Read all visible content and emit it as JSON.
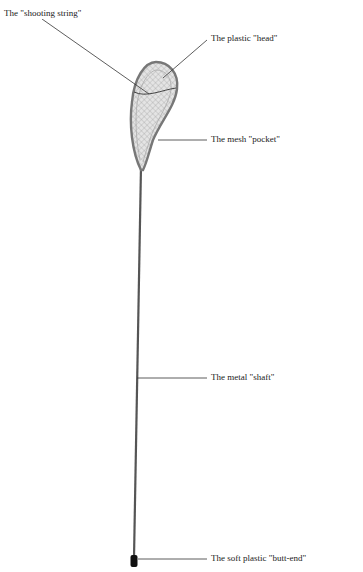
{
  "diagram": {
    "labels": [
      "The \"shooting string\"",
      "The plastic \"head\"",
      "The mesh \"pocket\"",
      "The metal \"shaft\"",
      "The soft plastic \"butt-end\""
    ]
  }
}
